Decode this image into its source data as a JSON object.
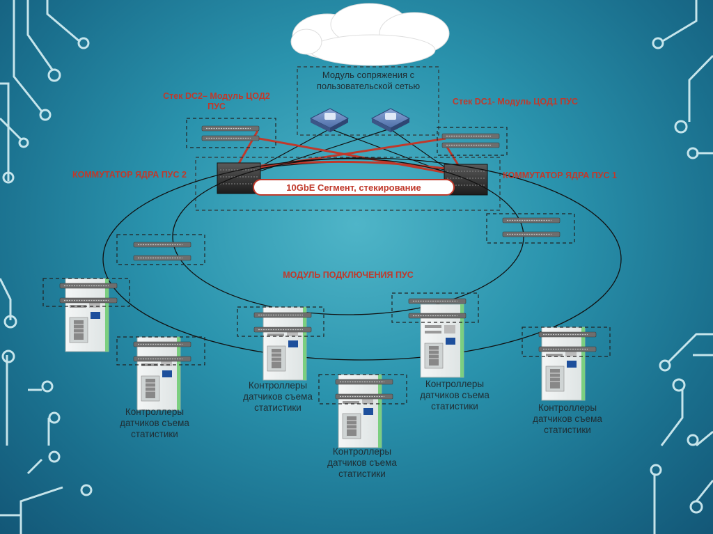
{
  "cloud": {
    "label": ""
  },
  "interface_module": {
    "label": "Модуль сопряжения с пользовательской сетью"
  },
  "stack_dc2": {
    "label": "Стек DC2– Модуль ЦОД2 ПУС"
  },
  "stack_dc1": {
    "label": "Стек DC1- Модуль ЦОД1 ПУС"
  },
  "core_switch_2": {
    "label": "КОММУТАТОР ЯДРА ПУС 2"
  },
  "core_switch_1": {
    "label": "КОММУТАТОР ЯДРА ПУС 1"
  },
  "segment": {
    "label": "10GbE Сегмент, стекирование"
  },
  "access_module": {
    "label": "МОДУЛЬ ПОДКЛЮЧЕНИЯ ПУС"
  },
  "controllers": [
    {
      "label": "Контроллеры датчиков съема статистики"
    },
    {
      "label": "Контроллеры датчиков съема статистики"
    },
    {
      "label": "Контроллеры датчиков съема статистики"
    },
    {
      "label": "Контроллеры датчиков съема статистики"
    },
    {
      "label": "Контроллеры датчиков съема статистики"
    }
  ],
  "colors": {
    "link_red": "#c0392b",
    "text_red": "#c0392b",
    "line_dark": "#1a1a1a",
    "circuit": "#cfeaf0"
  }
}
